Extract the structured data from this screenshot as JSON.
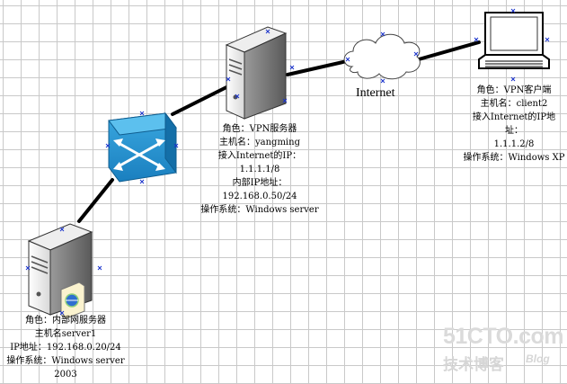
{
  "internet": {
    "label": "Internet"
  },
  "vpn_server": {
    "lines": [
      "角色：VPN服务器",
      "主机名：yangming",
      "接入Internet的IP：",
      "1.1.1.1/8",
      "内部IP地址：",
      "192.168.0.50/24",
      "操作系统：Windows server"
    ]
  },
  "vpn_client": {
    "lines": [
      "角色：VPN客户端",
      "主机名：client2",
      "接入Internet的IP地",
      "址：",
      "1.1.1.2/8",
      "操作系统：Windows XP"
    ]
  },
  "internal_server": {
    "lines": [
      "角色：内部网服务器",
      "主机名server1",
      "IP地址：192.168.0.20/24",
      "操作系统：Windows server",
      "2003"
    ]
  },
  "watermark": {
    "main": "51CTO.com",
    "sub": "技术博客",
    "blog": "Blog"
  },
  "colors": {
    "grid": "#c9c9c9",
    "switch": "#1f8fc9",
    "link": "#000000",
    "handle": "#1a33cc",
    "watermark": "#dadada"
  }
}
